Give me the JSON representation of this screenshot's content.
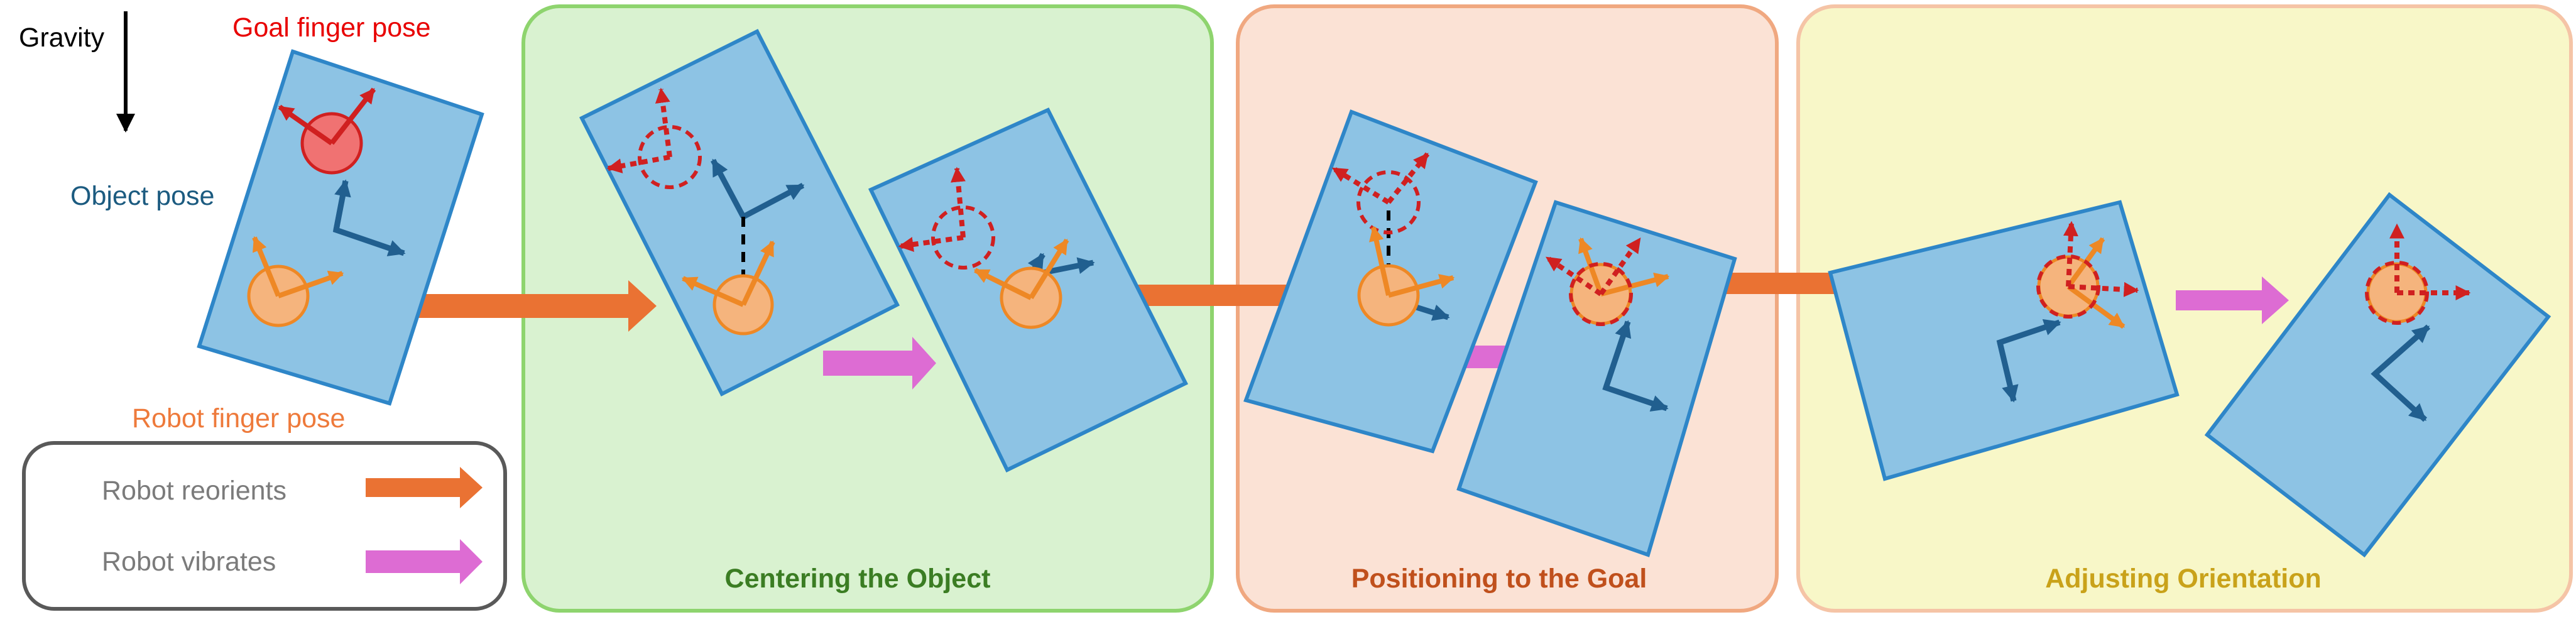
{
  "labels": {
    "gravity": "Gravity",
    "goal_finger_pose": "Goal finger pose",
    "object_pose": "Object pose",
    "robot_finger_pose": "Robot finger pose"
  },
  "legend": {
    "reorients": "Robot reorients",
    "vibrates": "Robot vibrates"
  },
  "stages": [
    {
      "title": "Centering the Object"
    },
    {
      "title": "Positioning to the Goal"
    },
    {
      "title": "Adjusting Orientation"
    }
  ],
  "colors": {
    "stage_green_fill": "#d9f2d0",
    "stage_green_border": "#8ed46e",
    "stage_green_text": "#3b7d23",
    "stage_salmon_fill": "#fbe2d5",
    "stage_salmon_border": "#f0a880",
    "stage_salmon_text": "#c0501c",
    "stage_yellow_fill": "#f8f7c8",
    "stage_yellow_border": "#f5c4a6",
    "stage_yellow_text": "#c9a21a",
    "object_fill": "#8dc3e4",
    "object_border": "#2e86c8",
    "object_axes": "#215f8f",
    "robot_finger": "#ee8825",
    "robot_finger_fill": "#f5b47d",
    "goal_finger": "#d02020",
    "goal_finger_fill": "#f07272",
    "reorient_arrow": "#ea7233",
    "vibrate_arrow": "#dd6cd3",
    "gravity_text": "#000000",
    "goal_text": "#e80000",
    "object_text": "#1c5b80",
    "robot_text": "#ee7a3b",
    "legend_text": "#7b7b7b",
    "legend_border": "#595959"
  }
}
